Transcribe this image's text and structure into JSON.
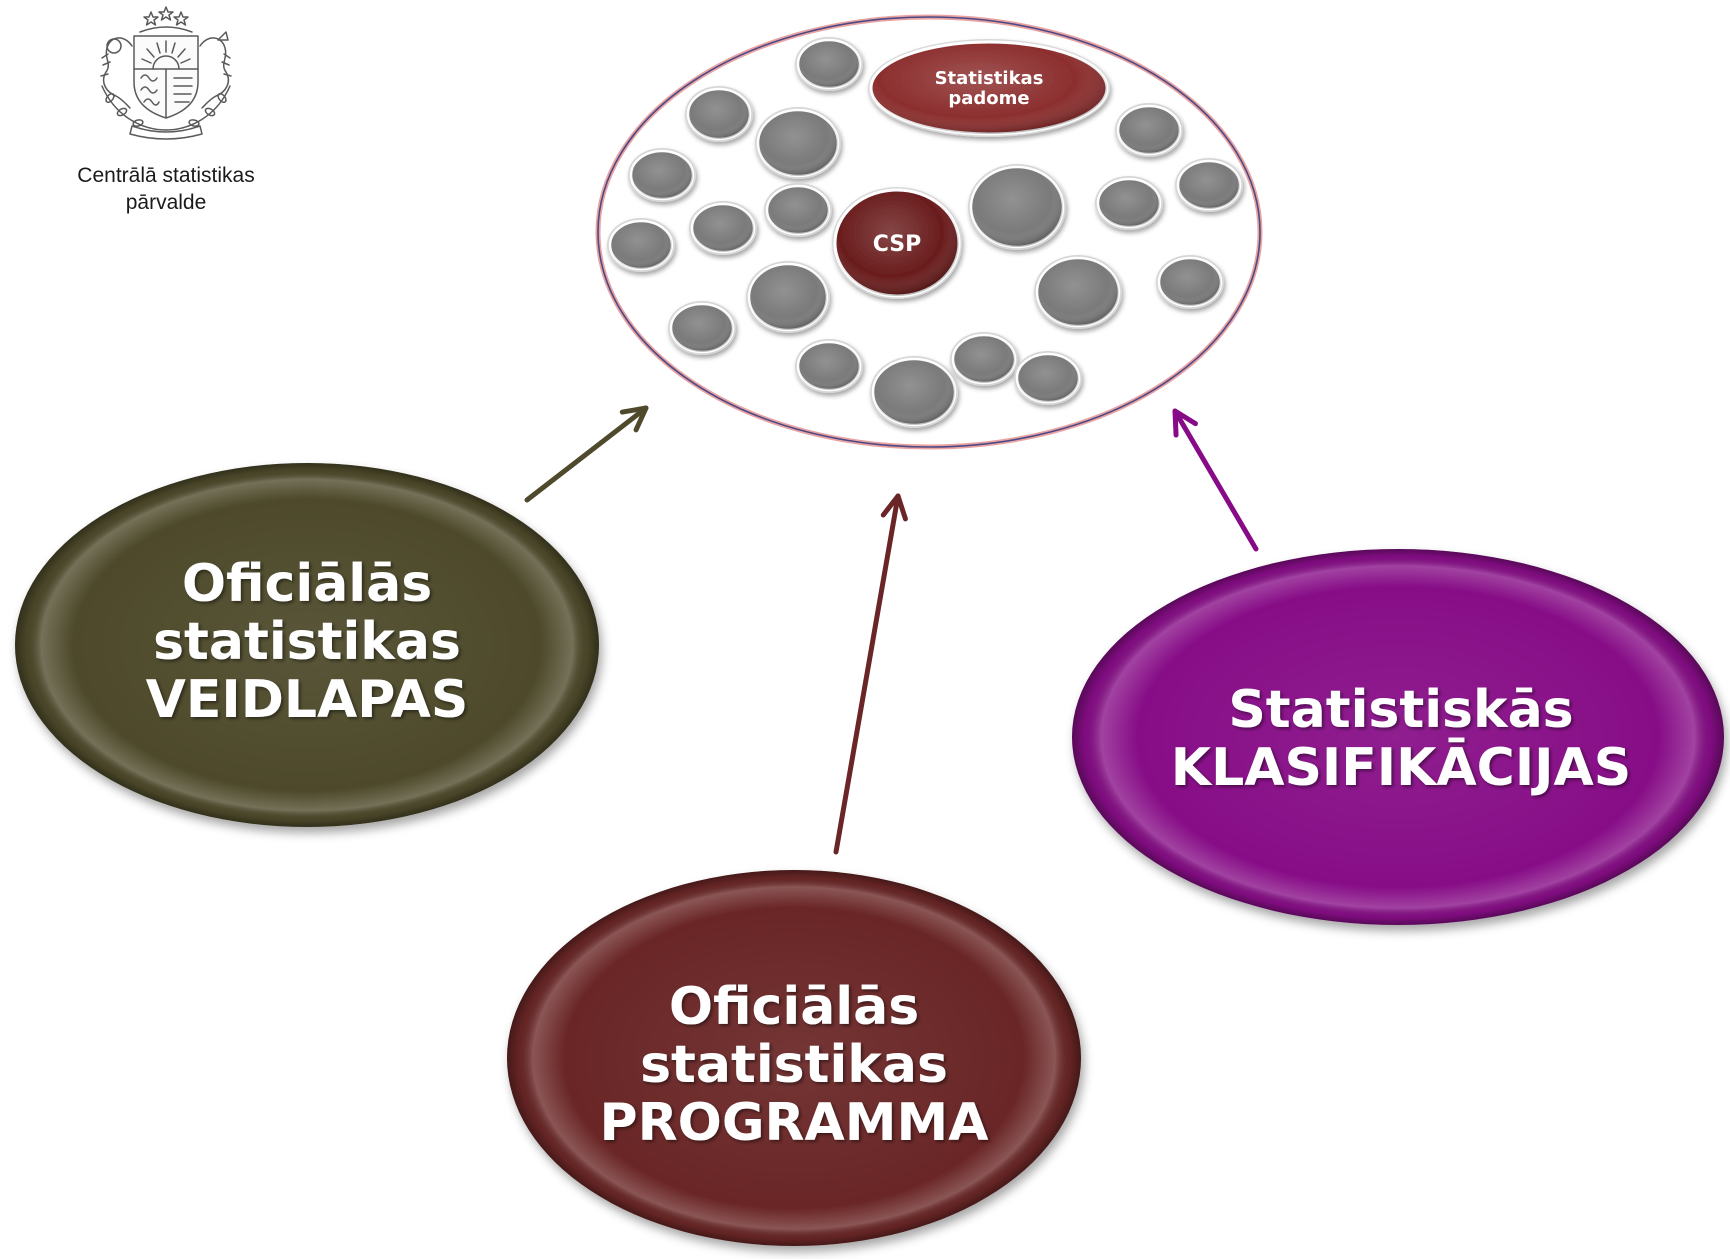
{
  "header": {
    "logo": {
      "icon": "coat-of-arms-icon",
      "org_name_line1": "Centrālā statistikas",
      "org_name_line2": "pārvalde"
    }
  },
  "ecosystem": {
    "council": {
      "lines": [
        "Statistikas",
        "padome"
      ],
      "color": "#8c2e2e"
    },
    "csp": {
      "label": "CSP",
      "color": "#6a1d1d"
    },
    "member_color": "#7a7a7a",
    "outline_color": "#e9a3a3"
  },
  "elements": {
    "forms": {
      "lines": [
        "Oficiālās",
        "statistikas",
        "VEIDLAPAS"
      ],
      "color": "#4e4a2b"
    },
    "programme": {
      "lines": [
        "Oficiālās",
        "statistikas",
        "PROGRAMMA"
      ],
      "color": "#6a2626"
    },
    "classifications": {
      "lines": [
        "Statistiskās",
        "KLASIFIKĀCIJAS"
      ],
      "color": "#870b87"
    }
  }
}
